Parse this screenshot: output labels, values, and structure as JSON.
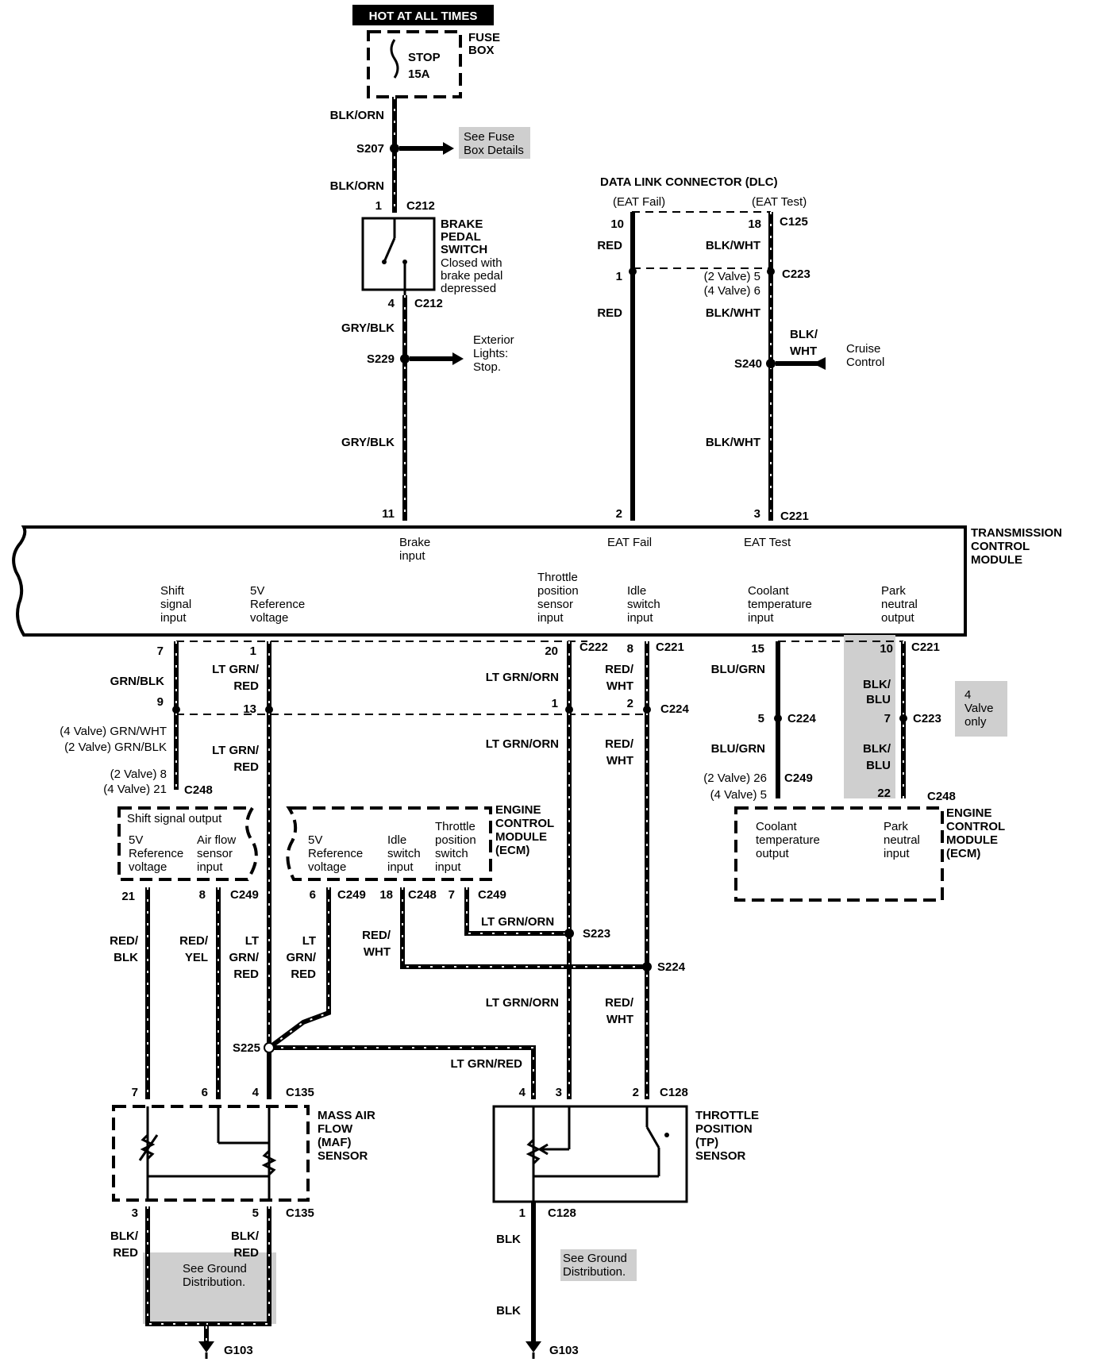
{
  "power": {
    "hot_label": "HOT AT ALL TIMES",
    "fuse_box": [
      "FUSE",
      "BOX"
    ],
    "fuse": [
      "STOP",
      "15A"
    ]
  },
  "brake": {
    "wire1": "BLK/ORN",
    "splice1": "S207",
    "note1": [
      "See Fuse",
      "Box Details"
    ],
    "wire2": "BLK/ORN",
    "pin_top": "1",
    "conn_top": "C212",
    "switch_title": [
      "BRAKE",
      "PEDAL",
      "SWITCH"
    ],
    "switch_desc": [
      "Closed with",
      "brake pedal",
      "depressed"
    ],
    "pin_bot": "4",
    "conn_bot": "C212",
    "wire3": "GRY/BLK",
    "splice2": "S229",
    "note2": [
      "Exterior",
      "Lights:",
      "Stop."
    ],
    "wire4": "GRY/BLK",
    "pin_tcm": "11"
  },
  "dlc": {
    "title": "DATA LINK CONNECTOR (DLC)",
    "fail_label": "(EAT  Fail)",
    "test_label": "(EAT  Test)",
    "pin_fail": "10",
    "pin_test": "18",
    "conn": "C125",
    "wire_red1": "RED",
    "wire_bw1": "BLK/WHT",
    "c223_pin_red": "1",
    "c223_pin2v": "(2 Valve)  5",
    "c223_pin4v": "(4 Valve)  6",
    "c223": "C223",
    "wire_red2": "RED",
    "wire_bw2": "BLK/WHT",
    "wire_bw3": [
      "BLK/",
      "WHT"
    ],
    "splice": "S240",
    "cruise": [
      "Cruise",
      "Control"
    ],
    "wire_bw4": "BLK/WHT",
    "pin_tcm_fail": "2",
    "pin_tcm_test": "3",
    "conn_tcm": "C221"
  },
  "tcm": {
    "title": [
      "TRANSMISSION",
      "CONTROL",
      "MODULE"
    ],
    "brake_input": [
      "Brake",
      "input"
    ],
    "eat_fail": "EAT  Fail",
    "eat_test": "EAT  Test",
    "shift": [
      "Shift",
      "signal",
      "input"
    ],
    "ref5v": [
      "5V",
      "Reference",
      "voltage"
    ],
    "tps": [
      "Throttle",
      "position",
      "sensor",
      "input"
    ],
    "idle": [
      "Idle",
      "switch",
      "input"
    ],
    "coolant": [
      "Coolant",
      "temperature",
      "input"
    ],
    "park": [
      "Park",
      "neutral",
      "output"
    ]
  },
  "lower": {
    "p7": "7",
    "p1": "1",
    "p20": "20",
    "c222": "C222",
    "p8": "8",
    "c221a": "C221",
    "p15": "15",
    "p10": "10",
    "c221b": "C221",
    "grn_blk": "GRN/BLK",
    "ltgrn_red": [
      "LT GRN/",
      "RED"
    ],
    "ltgrn_orn1": "LT GRN/ORN",
    "red_wht1": [
      "RED/",
      "WHT"
    ],
    "blu_grn1": "BLU/GRN",
    "blk_blu1": [
      "BLK/",
      "BLU"
    ],
    "p9": "9",
    "p13": "13",
    "p1b": "1",
    "p2": "2",
    "c224": "C224",
    "p5": "5",
    "c224b": "C224",
    "p7b": "7",
    "c223b": "C223",
    "four_valve": [
      "4",
      "Valve",
      "only"
    ],
    "grn_wht4": "(4 Valve)  GRN/WHT",
    "grn_blk2": "(2 Valve)  GRN/BLK",
    "ltgrn_red2": [
      "LT GRN/",
      "RED"
    ],
    "ltgrn_orn2": "LT GRN/ORN",
    "red_wht2": [
      "RED/",
      "WHT"
    ],
    "blu_grn2": "BLU/GRN",
    "blk_blu2": [
      "BLK/",
      "BLU"
    ],
    "p8_2v": "(2 Valve)  8",
    "p21_4v": "(4 Valve)  21",
    "c248": "C248",
    "p26_2v": "(2 Valve)  26",
    "p5_4v": "(4 Valve)  5",
    "c249": "C249",
    "p22": "22",
    "c248b": "C248"
  },
  "ecm": {
    "title": [
      "ENGINE",
      "CONTROL",
      "MODULE",
      "(ECM)"
    ],
    "shift_out": "Shift signal output",
    "ref5v": [
      "5V",
      "Reference",
      "voltage"
    ],
    "air_flow": [
      "Air flow",
      "sensor",
      "input"
    ],
    "ref5v_b": [
      "5V",
      "Reference",
      "voltage"
    ],
    "idle": [
      "Idle",
      "switch",
      "input"
    ],
    "throttle": [
      "Throttle",
      "position",
      "switch",
      "input"
    ],
    "coolant_out": [
      "Coolant",
      "temperature",
      "output"
    ],
    "park_in": [
      "Park",
      "neutral",
      "input"
    ],
    "p21": "21",
    "p8": "8",
    "c249a": "C249",
    "p6": "6",
    "c249b": "C249",
    "p18": "18",
    "c248": "C248",
    "p7": "7",
    "c249c": "C249"
  },
  "bottom": {
    "red_blk": [
      "RED/",
      "BLK"
    ],
    "red_yel": [
      "RED/",
      "YEL"
    ],
    "lt_grn_red": [
      "LT",
      "GRN/",
      "RED"
    ],
    "lt_grn_red_b": [
      "LT",
      "GRN/",
      "RED"
    ],
    "red_wht": [
      "RED/",
      "WHT"
    ],
    "ltgrn_orn": "LT GRN/ORN",
    "s223": "S223",
    "s224": "S224",
    "s225": "S225",
    "ltgrn_orn2": "LT GRN/ORN",
    "red_wht2": [
      "RED/",
      "WHT"
    ],
    "ltgrn_red": "LT GRN/RED",
    "maf_pins": [
      "7",
      "6",
      "4"
    ],
    "c135": "C135",
    "maf_title": [
      "MASS AIR",
      "FLOW",
      "(MAF)",
      "SENSOR"
    ],
    "tp_pins": [
      "4",
      "3",
      "2"
    ],
    "c128": "C128",
    "tp_title": [
      "THROTTLE",
      "POSITION",
      "(TP)",
      "SENSOR"
    ],
    "maf_gnd_pins": [
      "3",
      "5"
    ],
    "c135b": "C135",
    "blk_red1": [
      "BLK/",
      "RED"
    ],
    "blk_red2": [
      "BLK/",
      "RED"
    ],
    "gnd_note": [
      "See Ground",
      "Distribution."
    ],
    "tp_gnd_pin": "1",
    "c128b": "C128",
    "blk1": "BLK",
    "blk2": "BLK",
    "gnd_note2": [
      "See Ground",
      "Distribution."
    ],
    "g103a": "G103",
    "g103b": "G103"
  }
}
